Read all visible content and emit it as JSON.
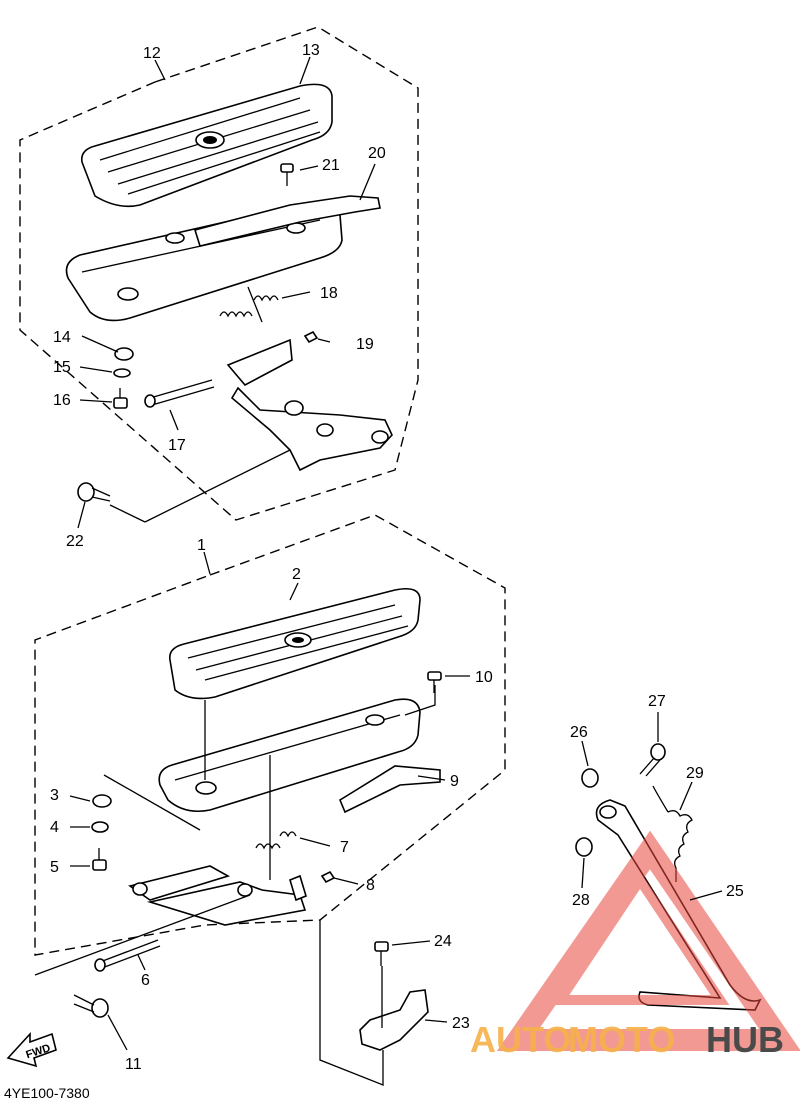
{
  "diagram": {
    "callouts": [
      {
        "id": "c1",
        "label": "1"
      },
      {
        "id": "c2",
        "label": "2"
      },
      {
        "id": "c3",
        "label": "3"
      },
      {
        "id": "c4",
        "label": "4"
      },
      {
        "id": "c5",
        "label": "5"
      },
      {
        "id": "c6",
        "label": "6"
      },
      {
        "id": "c7",
        "label": "7"
      },
      {
        "id": "c8",
        "label": "8"
      },
      {
        "id": "c9",
        "label": "9"
      },
      {
        "id": "c10",
        "label": "10"
      },
      {
        "id": "c11",
        "label": "11"
      },
      {
        "id": "c12",
        "label": "12"
      },
      {
        "id": "c13",
        "label": "13"
      },
      {
        "id": "c14",
        "label": "14"
      },
      {
        "id": "c15",
        "label": "15"
      },
      {
        "id": "c16",
        "label": "16"
      },
      {
        "id": "c17",
        "label": "17"
      },
      {
        "id": "c18",
        "label": "18"
      },
      {
        "id": "c19",
        "label": "19"
      },
      {
        "id": "c20",
        "label": "20"
      },
      {
        "id": "c21",
        "label": "21"
      },
      {
        "id": "c22",
        "label": "22"
      },
      {
        "id": "c23",
        "label": "23"
      },
      {
        "id": "c24",
        "label": "24"
      },
      {
        "id": "c25",
        "label": "25"
      },
      {
        "id": "c26",
        "label": "26"
      },
      {
        "id": "c27",
        "label": "27"
      },
      {
        "id": "c28",
        "label": "28"
      },
      {
        "id": "c29",
        "label": "29"
      }
    ],
    "fwd_label": "FWD",
    "drawing_code": "4YE100-7380"
  },
  "watermark": {
    "part1": "AUTO",
    "part2": "MOTO",
    "part3": "HUB",
    "colors": {
      "auto": "#f6b14a",
      "hub": "#4a4a4a",
      "triangle": "#e8463c"
    }
  }
}
